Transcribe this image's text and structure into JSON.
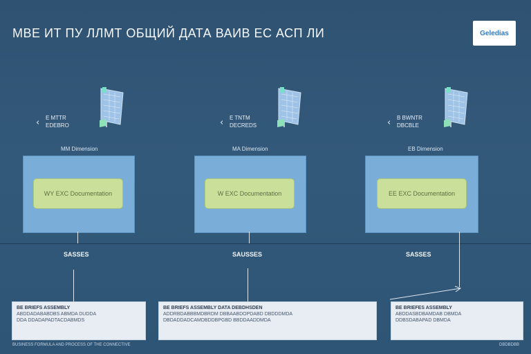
{
  "header": {
    "title": "MBE ИТ ПУ ЛЛМТ ОБЩИЙ ДАТА ВАИВ ЕС АСП ЛИ",
    "logo": "Geledias"
  },
  "columns": [
    {
      "side_label": [
        "E MTTR",
        "EDEBRO"
      ],
      "tag": "MM Dimension",
      "inner_label": "WY EXC Documentation",
      "section": "SASSES",
      "note_title": "BE BRIEFS ASSEMBLY",
      "note_lines": [
        "ABDDADABABDBS ABMDA DUDDA",
        "DDA DDADAPADTACDABMDS"
      ]
    },
    {
      "side_label": [
        "E TNTM",
        "DECREDS"
      ],
      "tag": "MA Dimension",
      "inner_label": "W EXC Documentation",
      "section": "SAUSSES",
      "note_title": "BE BRIEFS ASSEMBLY DATA DEBDHSDEN",
      "note_lines": [
        "ADDRBDABBBMDBRDM DBBAABDOPDABD DBDDDMDA",
        "DBDADDADCAMDBDDBPGBD BBDDAADDMDA"
      ]
    },
    {
      "side_label": [
        "B BWNTR",
        "DBCBLE"
      ],
      "tag": "EB Dimension",
      "inner_label": "EE EXC Documentation",
      "section": "SASSES",
      "note_title": "BE BRIEFES ASSEMBLY",
      "note_lines": [
        "ABDDASBDBAMDAB DBMDA",
        "DDBSDABAPAD DBMDA"
      ]
    }
  ],
  "footer": {
    "left": "BUSINESS FORMULA AND PROCESS OF THE CONNECTIVE",
    "right": "DBDBDBB"
  },
  "colors": {
    "background": "#2f5272",
    "panel": "#7aaed8",
    "inner": "#c9df9a",
    "note": "#e8edf3"
  },
  "icons": [
    "flag-icon",
    "chevron-left-icon"
  ]
}
